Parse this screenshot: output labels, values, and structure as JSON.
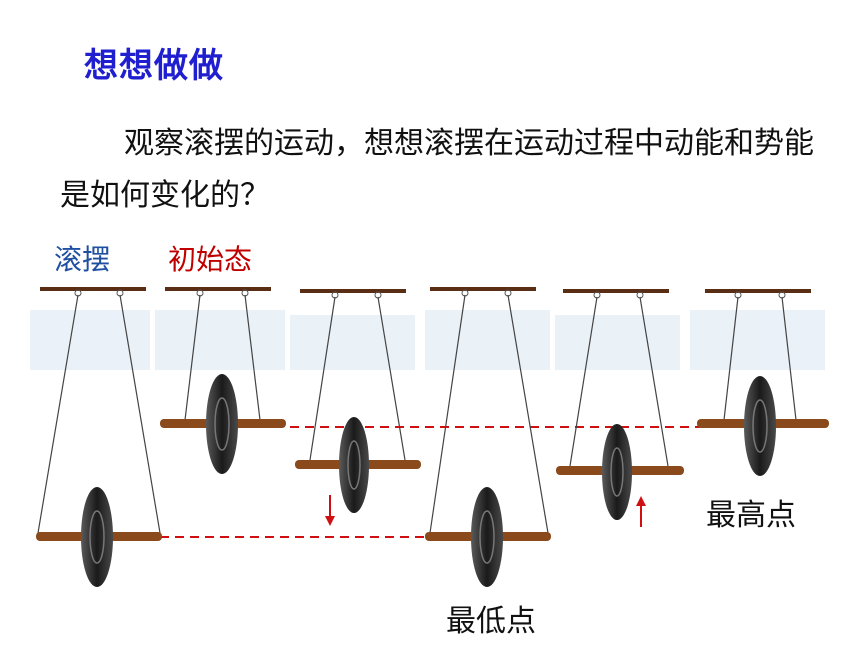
{
  "slide": {
    "title": "想想做做",
    "paragraph": "观察滚摆的运动，想想滚摆在运动过程中动能和势能是如何变化的？"
  },
  "figure": {
    "label_pendulum": "滚摆",
    "label_initial_state": "初始态",
    "label_highest_point": "最高点",
    "label_lowest_point": "最低点",
    "colors": {
      "guide_line": "#d01010",
      "arrow": "#d01010",
      "axle": "#8b4a1c",
      "top_bar": "#5a2e14",
      "wheel": "#2a2a2a"
    }
  }
}
